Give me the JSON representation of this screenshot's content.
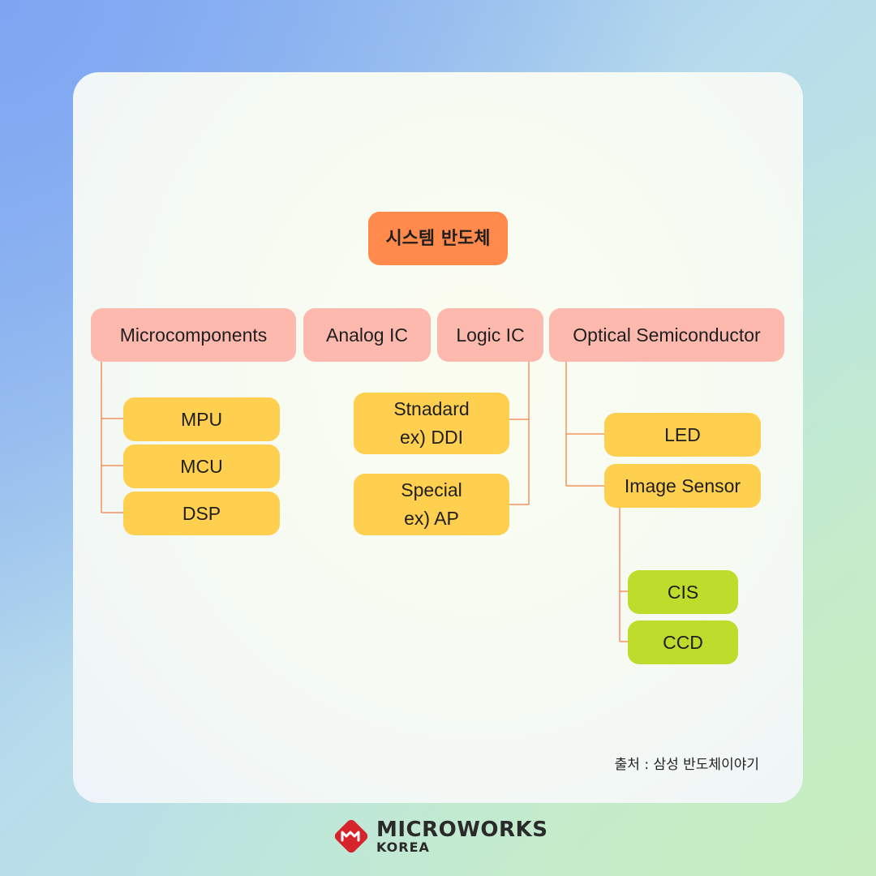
{
  "diagram": {
    "root": "시스템 반도체",
    "categories": {
      "micro": "Microcomponents",
      "analog": "Analog IC",
      "logic": "Logic IC",
      "optical": "Optical Semiconductor"
    },
    "micro_items": [
      "MPU",
      "MCU",
      "DSP"
    ],
    "logic_items": [
      {
        "line1": "Stnadard",
        "line2": "ex) DDI"
      },
      {
        "line1": "Special",
        "line2": "ex) AP"
      }
    ],
    "optical_items": [
      "LED",
      "Image Sensor"
    ],
    "sensor_items": [
      "CIS",
      "CCD"
    ],
    "colors": {
      "root": "#ff8a4c",
      "category": "#fdb9ae",
      "sub": "#ffcf4f",
      "leaf": "#bedc2c",
      "connector": "#f2935f"
    }
  },
  "source": "출처 : 삼성 반도체이야기",
  "logo": {
    "main": "MICROWORKS",
    "sub": "KOREA",
    "colors": {
      "mark": "#d6242c",
      "text": "#2a2a2a"
    }
  }
}
